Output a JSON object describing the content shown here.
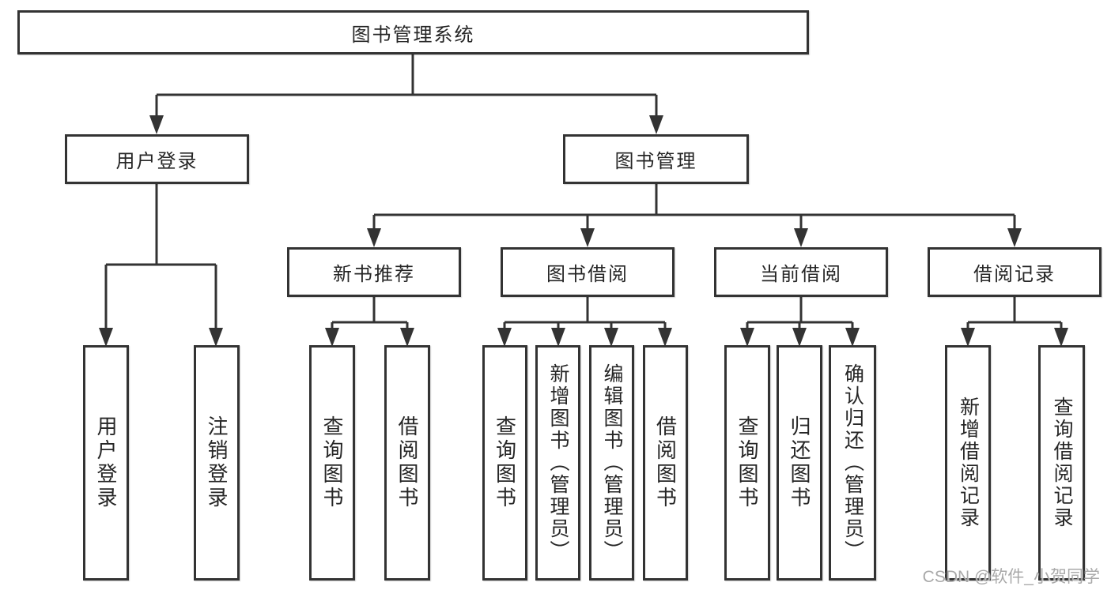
{
  "diagram": {
    "root": "图书管理系统",
    "user": {
      "label": "用户登录",
      "children": [
        "用户登录",
        "注销登录"
      ]
    },
    "management": {
      "label": "图书管理",
      "groups": [
        {
          "label": "新书推荐",
          "children": [
            "查询图书",
            "借阅图书"
          ]
        },
        {
          "label": "图书借阅",
          "children": [
            "查询图书",
            "新增图书（管理员）",
            "编辑图书（管理员）",
            "借阅图书"
          ]
        },
        {
          "label": "当前借阅",
          "children": [
            "查询图书",
            "归还图书",
            "确认归还（管理员）"
          ]
        },
        {
          "label": "借阅记录",
          "children": [
            "新增借阅记录",
            "查询借阅记录"
          ]
        }
      ]
    }
  },
  "watermark": "CSDN @软件_小贺同学",
  "colors": {
    "line": "#333333",
    "box_border": "#333333",
    "box_fill": "#ffffff",
    "text": "#262626",
    "watermark": "#a4a4a4"
  }
}
